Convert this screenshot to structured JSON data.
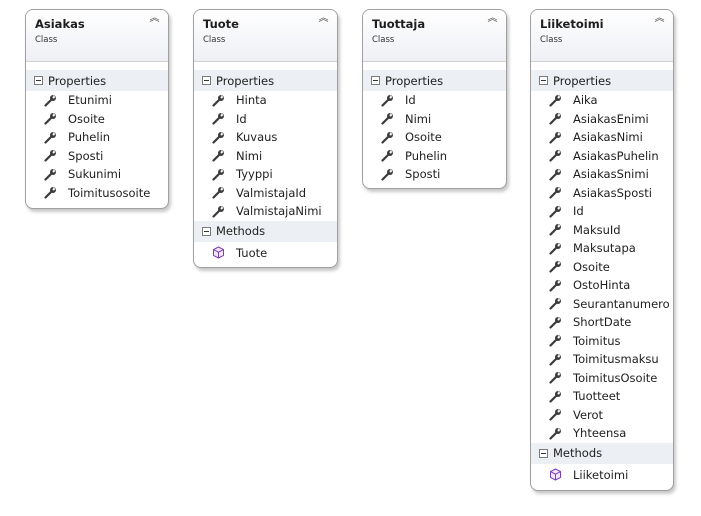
{
  "collapse_glyph": "︽",
  "classes": [
    {
      "name": "Asiakas",
      "kind": "Class",
      "properties_label": "Properties",
      "properties": [
        "Etunimi",
        "Osoite",
        "Puhelin",
        "Sposti",
        "Sukunimi",
        "Toimitusosoite"
      ]
    },
    {
      "name": "Tuote",
      "kind": "Class",
      "properties_label": "Properties",
      "properties": [
        "Hinta",
        "Id",
        "Kuvaus",
        "Nimi",
        "Tyyppi",
        "ValmistajaId",
        "ValmistajaNimi"
      ],
      "methods_label": "Methods",
      "methods": [
        "Tuote"
      ]
    },
    {
      "name": "Tuottaja",
      "kind": "Class",
      "properties_label": "Properties",
      "properties": [
        "Id",
        "Nimi",
        "Osoite",
        "Puhelin",
        "Sposti"
      ]
    },
    {
      "name": "Liiketoimi",
      "kind": "Class",
      "properties_label": "Properties",
      "properties": [
        "Aika",
        "AsiakasEnimi",
        "AsiakasNimi",
        "AsiakasPuhelin",
        "AsiakasSnimi",
        "AsiakasSposti",
        "Id",
        "MaksuId",
        "Maksutapa",
        "Osoite",
        "OstoHinta",
        "Seurantanumero",
        "ShortDate",
        "Toimitus",
        "Toimitusmaksu",
        "ToimitusOsoite",
        "Tuotteet",
        "Verot",
        "Yhteensa"
      ],
      "methods_label": "Methods",
      "methods": [
        "Liiketoimi"
      ]
    }
  ]
}
